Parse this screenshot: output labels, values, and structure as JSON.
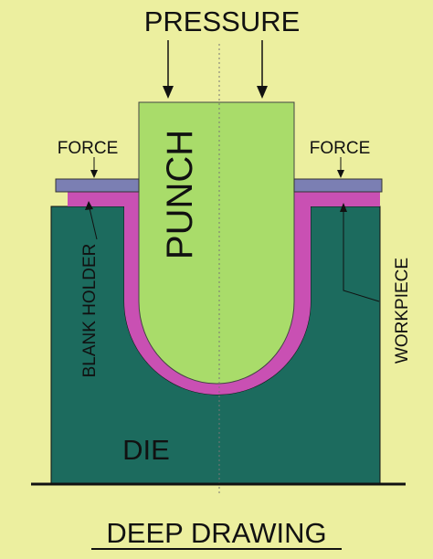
{
  "labels": {
    "pressure": "PRESSURE",
    "force_left": "FORCE",
    "force_right": "FORCE",
    "punch": "PUNCH",
    "blank_holder": "BLANK HOLDER",
    "workpiece": "WORKPIECE",
    "die": "DIE",
    "caption": "DEEP DRAWING"
  },
  "colors": {
    "background": "#ecef9f",
    "die": "#1c6b5e",
    "punch": "#a9dc6a",
    "workpiece": "#c950b3",
    "blank_holder": "#7b7fb3",
    "line": "#111111"
  }
}
